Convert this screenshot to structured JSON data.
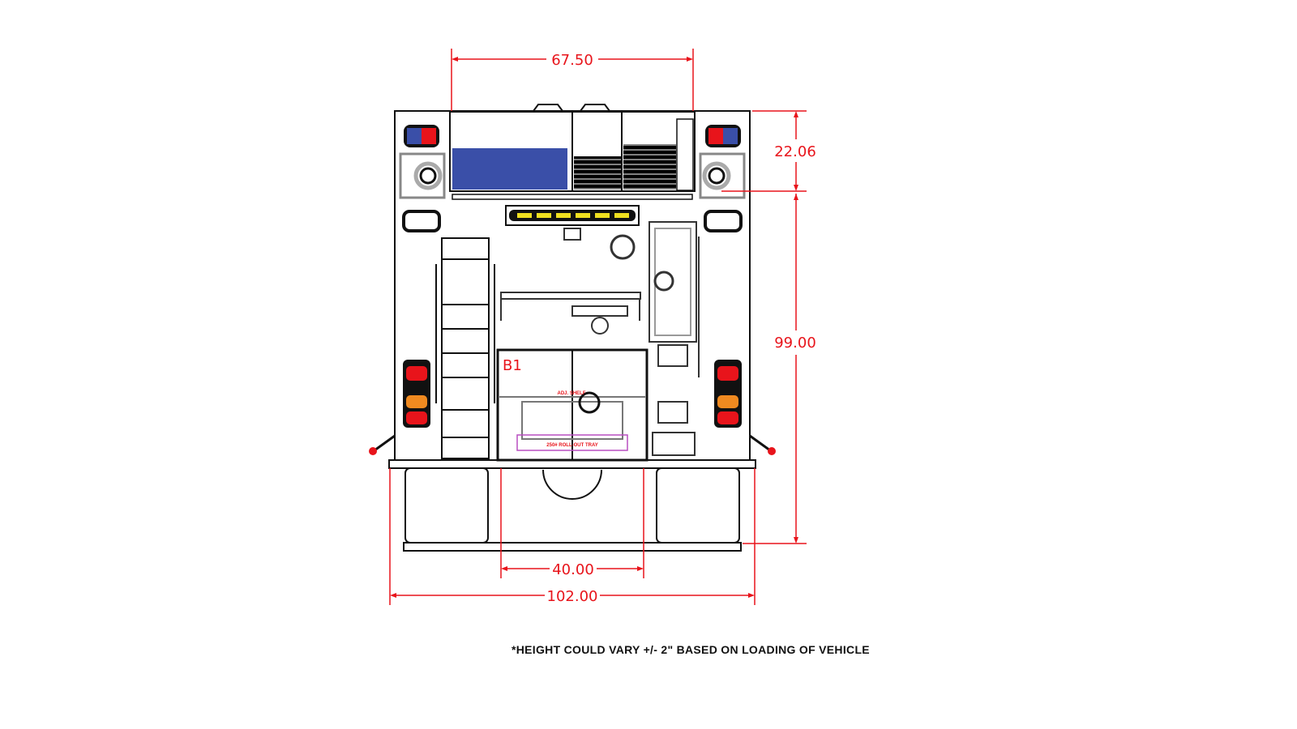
{
  "dimensions": {
    "top_width": "67.50",
    "upper_height": "22.06",
    "overall_height": "99.00",
    "step_width": "40.00",
    "overall_width": "102.00"
  },
  "compartment_label": "B1",
  "shelf_label": "ADJ. SHELF",
  "tray_label": "250# ROLL-OUT TRAY",
  "footnote": "*HEIGHT COULD VARY +/- 2\" BASED ON LOADING OF VEHICLE",
  "colors": {
    "dimension": "#e8141b",
    "blue_stack": "#3a4fa8",
    "pink_stack": "#f27a7a",
    "purple_stack": "#b84fc0",
    "amber": "#f0e020"
  }
}
